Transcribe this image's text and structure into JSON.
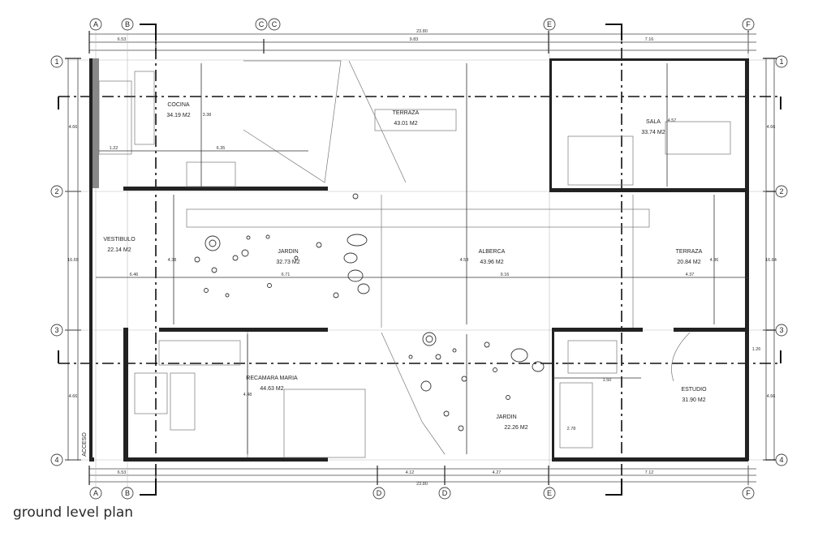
{
  "caption": "ground level plan",
  "grid_letters_top": [
    "A",
    "B",
    "C",
    "C",
    "E",
    "F"
  ],
  "grid_letters_bottom": [
    "A",
    "B",
    "D",
    "D",
    "E",
    "F"
  ],
  "grid_numbers": [
    "1",
    "2",
    "3",
    "4"
  ],
  "overall_dims": {
    "top": "23.80",
    "bottom": "23.80"
  },
  "rooms": [
    {
      "name": "COCINA",
      "area": "34.19 M2"
    },
    {
      "name": "TERRAZA",
      "area": "43.01 M2"
    },
    {
      "name": "SALA",
      "area": "33.74 M2"
    },
    {
      "name": "VESTIBULO",
      "area": "22.14 M2"
    },
    {
      "name": "JARDIN",
      "area": "32.73 M2"
    },
    {
      "name": "ALBERCA",
      "area": "43.96 M2"
    },
    {
      "name": "TERRAZA",
      "area": "20.84 M2"
    },
    {
      "name": "RECAMARA MARIA",
      "area": "44.63 M2"
    },
    {
      "name": "ESTUDIO",
      "area": "31.90 M2"
    },
    {
      "name": "JARDIN",
      "area": "22.26 M2"
    }
  ],
  "acceso_label": "ACCESO",
  "span_dims_top": [
    "6.53",
    "9.83",
    "7.16"
  ],
  "span_dims_bottom": [
    "6.53",
    "4.12",
    "4.27",
    "7.12"
  ],
  "mid_dims": [
    "6.46",
    "6.71",
    "9.16",
    "4.37"
  ],
  "vertical_dims_left": [
    "4.66",
    "16.65",
    "4.66"
  ],
  "vertical_dims_right": [
    "4.66",
    "16.64",
    "4.66"
  ],
  "inner_dims": [
    "1.22",
    "6.35",
    "3.38",
    "4.57",
    "4.38",
    "4.58",
    "4.36",
    "4.48",
    "2.78",
    "1.50",
    "1.26"
  ]
}
